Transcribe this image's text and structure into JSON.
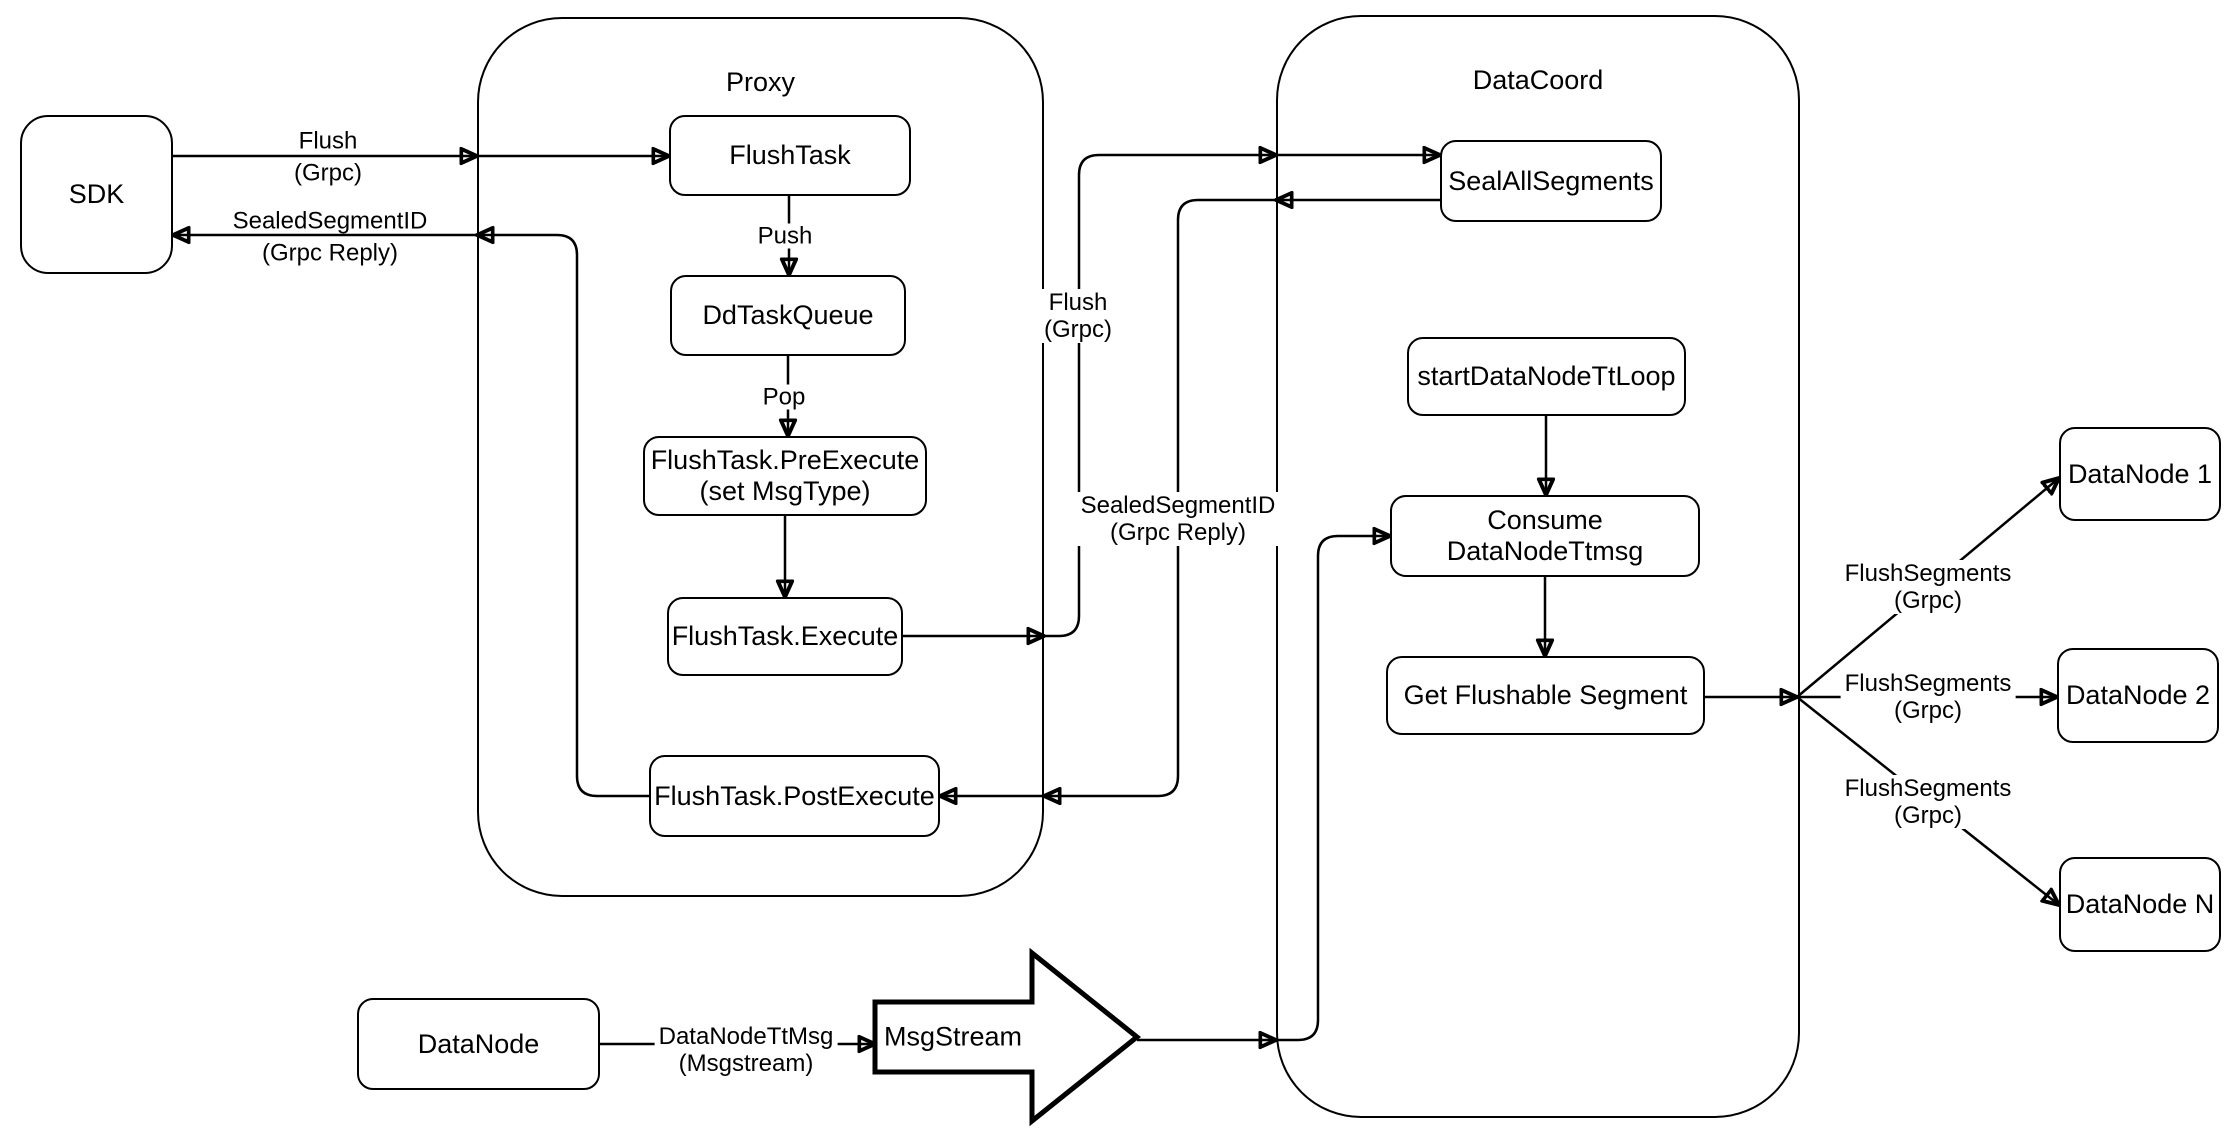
{
  "diagram": {
    "colors": {
      "stroke": "#000000",
      "fill": "#ffffff",
      "background": "#ffffff"
    },
    "containers": {
      "proxy": {
        "label": "Proxy"
      },
      "datacoord": {
        "label": "DataCoord"
      }
    },
    "nodes": {
      "sdk": {
        "label": "SDK"
      },
      "flush_task": {
        "label": "FlushTask"
      },
      "dd_task_queue": {
        "label": "DdTaskQueue"
      },
      "pre_execute": {
        "line1": "FlushTask.PreExecute",
        "line2": "(set MsgType)"
      },
      "execute": {
        "label": "FlushTask.Execute"
      },
      "post_execute": {
        "label": "FlushTask.PostExecute"
      },
      "seal_all_segments": {
        "label": "SealAllSegments"
      },
      "start_datanode_tt_loop": {
        "label": "startDataNodeTtLoop"
      },
      "consume_datanode_ttmsg": {
        "label": "Consume DataNodeTtmsg"
      },
      "get_flushable_segment": {
        "label": "Get Flushable Segment"
      },
      "datanode_1": {
        "label": "DataNode 1"
      },
      "datanode_2": {
        "label": "DataNode 2"
      },
      "datanode_n": {
        "label": "DataNode N"
      },
      "datanode": {
        "label": "DataNode"
      },
      "msgstream": {
        "label": "MsgStream"
      }
    },
    "edge_labels": {
      "flush_grpc_sdk": {
        "line1": "Flush",
        "line2": "(Grpc)"
      },
      "sealed_segment_sdk": {
        "line1": "SealedSegmentID",
        "line2": "(Grpc Reply)"
      },
      "push": {
        "label": "Push"
      },
      "pop": {
        "label": "Pop"
      },
      "flush_grpc_mid": {
        "line1": "Flush",
        "line2": "(Grpc)"
      },
      "sealed_segment_mid": {
        "line1": "SealedSegmentID",
        "line2": "(Grpc Reply)"
      },
      "flush_segments_1": {
        "line1": "FlushSegments",
        "line2": "(Grpc)"
      },
      "flush_segments_2": {
        "line1": "FlushSegments",
        "line2": "(Grpc)"
      },
      "flush_segments_3": {
        "line1": "FlushSegments",
        "line2": "(Grpc)"
      },
      "datanode_tt_msg": {
        "line1": "DataNodeTtMsg",
        "line2": "(Msgstream)"
      }
    },
    "edges": [
      {
        "from": "SDK",
        "to": "FlushTask",
        "label": "Flush (Grpc)"
      },
      {
        "from": "FlushTask",
        "to": "DdTaskQueue",
        "label": "Push"
      },
      {
        "from": "DdTaskQueue",
        "to": "FlushTask.PreExecute",
        "label": "Pop"
      },
      {
        "from": "FlushTask.PreExecute",
        "to": "FlushTask.Execute",
        "label": ""
      },
      {
        "from": "FlushTask.Execute",
        "to": "SealAllSegments",
        "label": "Flush (Grpc)"
      },
      {
        "from": "SealAllSegments",
        "to": "FlushTask.PostExecute",
        "label": "SealedSegmentID (Grpc Reply)"
      },
      {
        "from": "FlushTask.PostExecute",
        "to": "SDK",
        "label": "SealedSegmentID (Grpc Reply)"
      },
      {
        "from": "startDataNodeTtLoop",
        "to": "Consume DataNodeTtmsg",
        "label": ""
      },
      {
        "from": "Consume DataNodeTtmsg",
        "to": "Get Flushable Segment",
        "label": ""
      },
      {
        "from": "Get Flushable Segment",
        "to": "DataNode 1",
        "label": "FlushSegments (Grpc)"
      },
      {
        "from": "Get Flushable Segment",
        "to": "DataNode 2",
        "label": "FlushSegments (Grpc)"
      },
      {
        "from": "Get Flushable Segment",
        "to": "DataNode N",
        "label": "FlushSegments (Grpc)"
      },
      {
        "from": "DataNode",
        "to": "MsgStream",
        "label": "DataNodeTtMsg (Msgstream)"
      },
      {
        "from": "MsgStream",
        "to": "Consume DataNodeTtmsg",
        "label": ""
      }
    ]
  }
}
